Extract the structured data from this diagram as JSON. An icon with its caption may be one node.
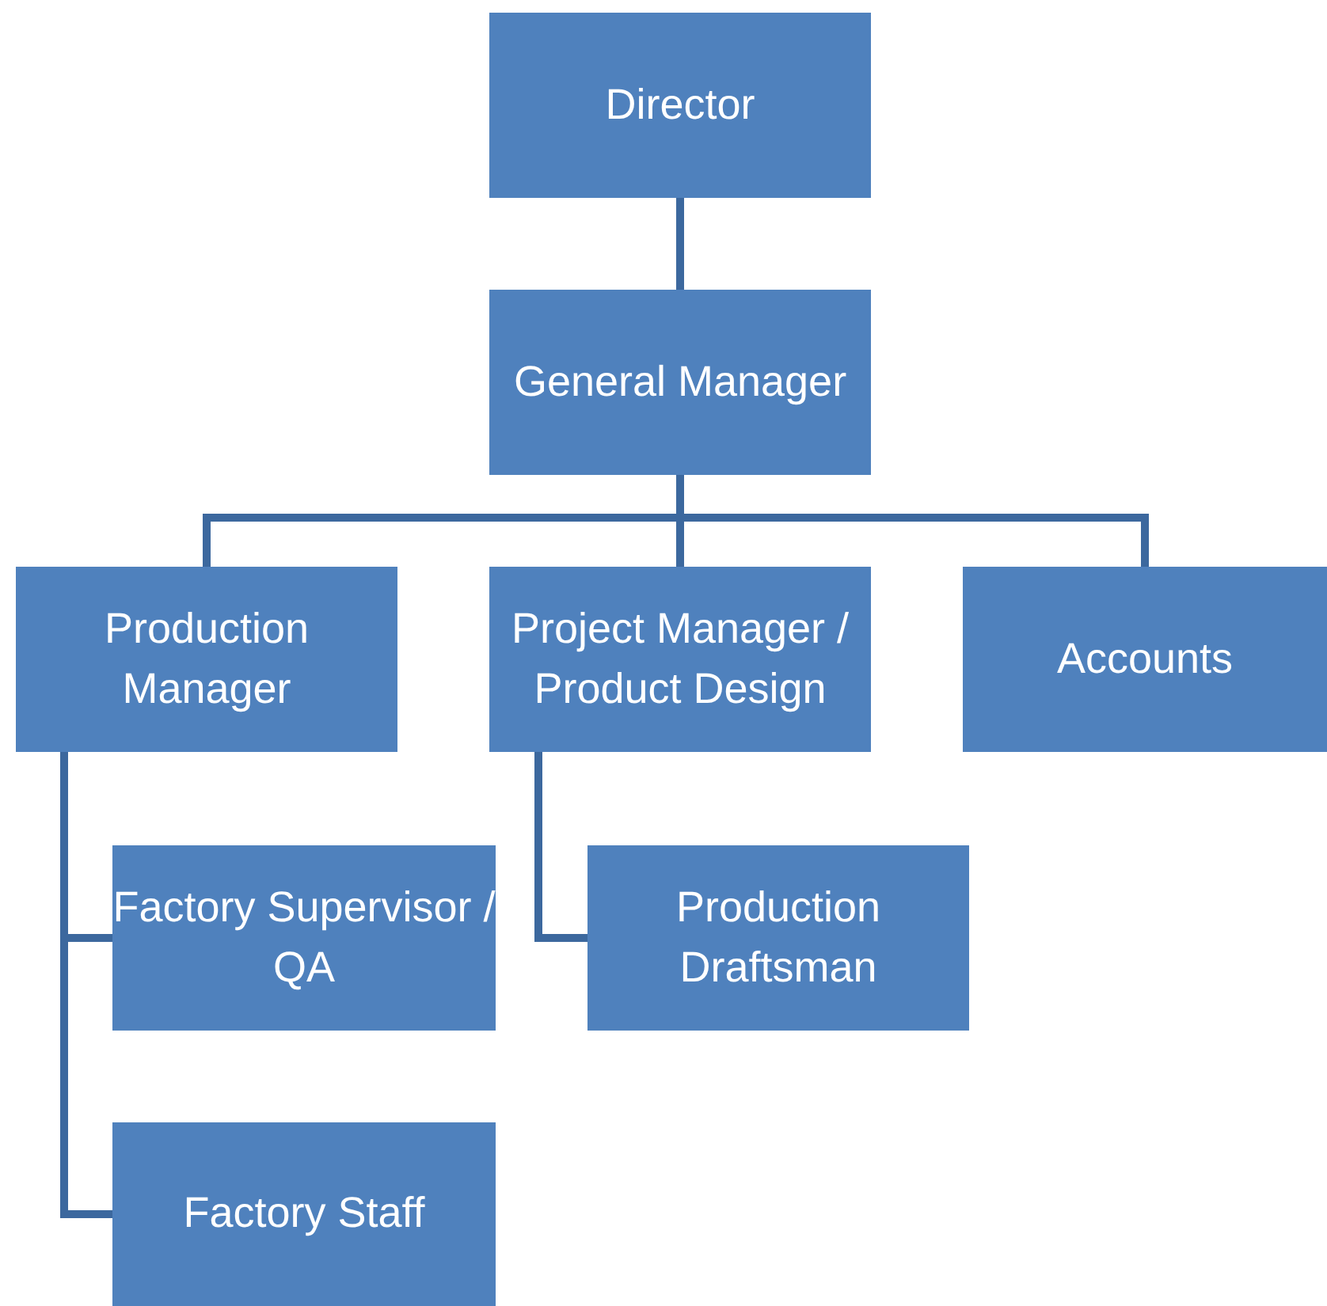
{
  "diagram": {
    "nodes": [
      {
        "text": [
          "Director"
        ]
      },
      {
        "text": [
          "General Manager"
        ]
      },
      {
        "text": [
          "Production Manager"
        ]
      },
      {
        "text": [
          "Project Manager / Product Design"
        ]
      },
      {
        "text": [
          "Accounts"
        ]
      },
      {
        "text": [
          "Factory Supervisor / QA"
        ]
      },
      {
        "text": [
          "Production Draftsman"
        ]
      },
      {
        "text": [
          "Factory Staff"
        ]
      }
    ],
    "edges": [
      {
        "from": 0,
        "to": 1,
        "arrow": "none"
      },
      {
        "from": 1,
        "to": 2,
        "arrow": "none"
      },
      {
        "from": 1,
        "to": 3,
        "arrow": "none"
      },
      {
        "from": 1,
        "to": 4,
        "arrow": "none"
      },
      {
        "from": 2,
        "to": 5,
        "arrow": "none"
      },
      {
        "from": 2,
        "to": 7,
        "arrow": "none"
      },
      {
        "from": 3,
        "to": 6,
        "arrow": "none"
      }
    ]
  }
}
